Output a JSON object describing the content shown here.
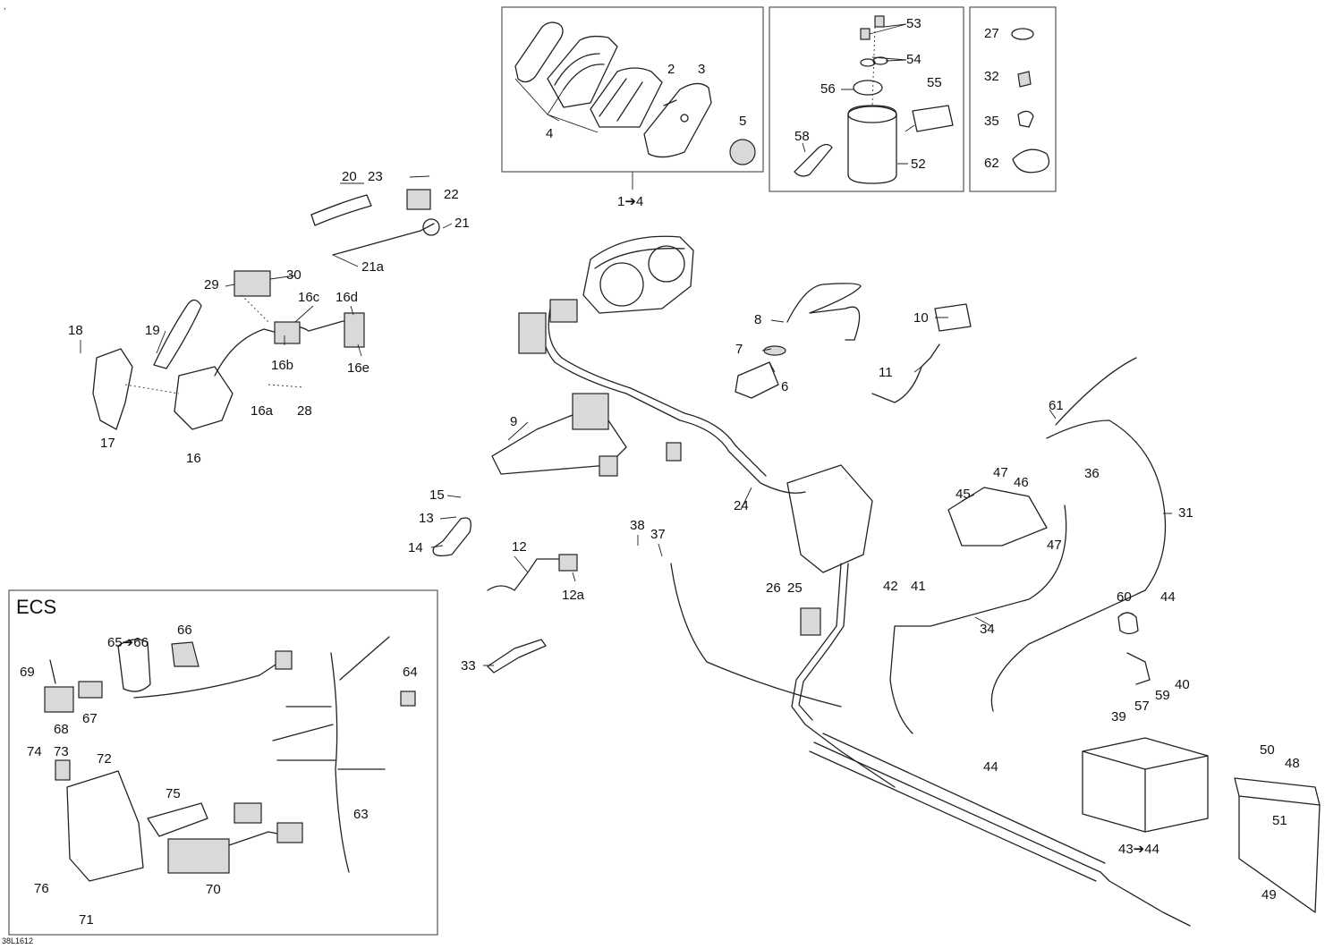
{
  "diagram_ref": "38L1612",
  "corner_mark": ",",
  "ecs_title": "ECS",
  "callouts": [
    {
      "id": "c1-4",
      "text": "1➔4"
    },
    {
      "id": "c2",
      "text": "2"
    },
    {
      "id": "c3",
      "text": "3"
    },
    {
      "id": "c4",
      "text": "4"
    },
    {
      "id": "c5",
      "text": "5"
    },
    {
      "id": "c6",
      "text": "6"
    },
    {
      "id": "c7",
      "text": "7"
    },
    {
      "id": "c8",
      "text": "8"
    },
    {
      "id": "c9",
      "text": "9"
    },
    {
      "id": "c10",
      "text": "10"
    },
    {
      "id": "c11",
      "text": "11"
    },
    {
      "id": "c12",
      "text": "12"
    },
    {
      "id": "c12a",
      "text": "12a"
    },
    {
      "id": "c13",
      "text": "13"
    },
    {
      "id": "c14",
      "text": "14"
    },
    {
      "id": "c15",
      "text": "15"
    },
    {
      "id": "c16",
      "text": "16"
    },
    {
      "id": "c16a",
      "text": "16a"
    },
    {
      "id": "c16b",
      "text": "16b"
    },
    {
      "id": "c16c",
      "text": "16c"
    },
    {
      "id": "c16d",
      "text": "16d"
    },
    {
      "id": "c16e",
      "text": "16e"
    },
    {
      "id": "c17",
      "text": "17"
    },
    {
      "id": "c18",
      "text": "18"
    },
    {
      "id": "c19",
      "text": "19"
    },
    {
      "id": "c20",
      "text": "20"
    },
    {
      "id": "c21",
      "text": "21"
    },
    {
      "id": "c21a",
      "text": "21a"
    },
    {
      "id": "c22",
      "text": "22"
    },
    {
      "id": "c23",
      "text": "23"
    },
    {
      "id": "c24",
      "text": "24"
    },
    {
      "id": "c25",
      "text": "25"
    },
    {
      "id": "c26",
      "text": "26"
    },
    {
      "id": "c27",
      "text": "27"
    },
    {
      "id": "c28",
      "text": "28"
    },
    {
      "id": "c29",
      "text": "29"
    },
    {
      "id": "c30",
      "text": "30"
    },
    {
      "id": "c31",
      "text": "31"
    },
    {
      "id": "c32",
      "text": "32"
    },
    {
      "id": "c33",
      "text": "33"
    },
    {
      "id": "c34",
      "text": "34"
    },
    {
      "id": "c35",
      "text": "35"
    },
    {
      "id": "c36",
      "text": "36"
    },
    {
      "id": "c37",
      "text": "37"
    },
    {
      "id": "c38",
      "text": "38"
    },
    {
      "id": "c39",
      "text": "39"
    },
    {
      "id": "c40",
      "text": "40"
    },
    {
      "id": "c41",
      "text": "41"
    },
    {
      "id": "c42",
      "text": "42"
    },
    {
      "id": "c43-44",
      "text": "43➔44"
    },
    {
      "id": "c44a",
      "text": "44"
    },
    {
      "id": "c44b",
      "text": "44"
    },
    {
      "id": "c45",
      "text": "45"
    },
    {
      "id": "c46",
      "text": "46"
    },
    {
      "id": "c47a",
      "text": "47"
    },
    {
      "id": "c47b",
      "text": "47"
    },
    {
      "id": "c48",
      "text": "48"
    },
    {
      "id": "c49",
      "text": "49"
    },
    {
      "id": "c50",
      "text": "50"
    },
    {
      "id": "c51",
      "text": "51"
    },
    {
      "id": "c52",
      "text": "52"
    },
    {
      "id": "c53",
      "text": "53"
    },
    {
      "id": "c54",
      "text": "54"
    },
    {
      "id": "c55",
      "text": "55"
    },
    {
      "id": "c56",
      "text": "56"
    },
    {
      "id": "c57",
      "text": "57"
    },
    {
      "id": "c58",
      "text": "58"
    },
    {
      "id": "c59",
      "text": "59"
    },
    {
      "id": "c60",
      "text": "60"
    },
    {
      "id": "c61",
      "text": "61"
    },
    {
      "id": "c62",
      "text": "62"
    },
    {
      "id": "c63",
      "text": "63"
    },
    {
      "id": "c64",
      "text": "64"
    },
    {
      "id": "c65-66",
      "text": "65➔66"
    },
    {
      "id": "c66",
      "text": "66"
    },
    {
      "id": "c67",
      "text": "67"
    },
    {
      "id": "c68",
      "text": "68"
    },
    {
      "id": "c69",
      "text": "69"
    },
    {
      "id": "c70",
      "text": "70"
    },
    {
      "id": "c71",
      "text": "71"
    },
    {
      "id": "c72",
      "text": "72"
    },
    {
      "id": "c73",
      "text": "73"
    },
    {
      "id": "c74",
      "text": "74"
    },
    {
      "id": "c75",
      "text": "75"
    },
    {
      "id": "c76",
      "text": "76"
    }
  ]
}
